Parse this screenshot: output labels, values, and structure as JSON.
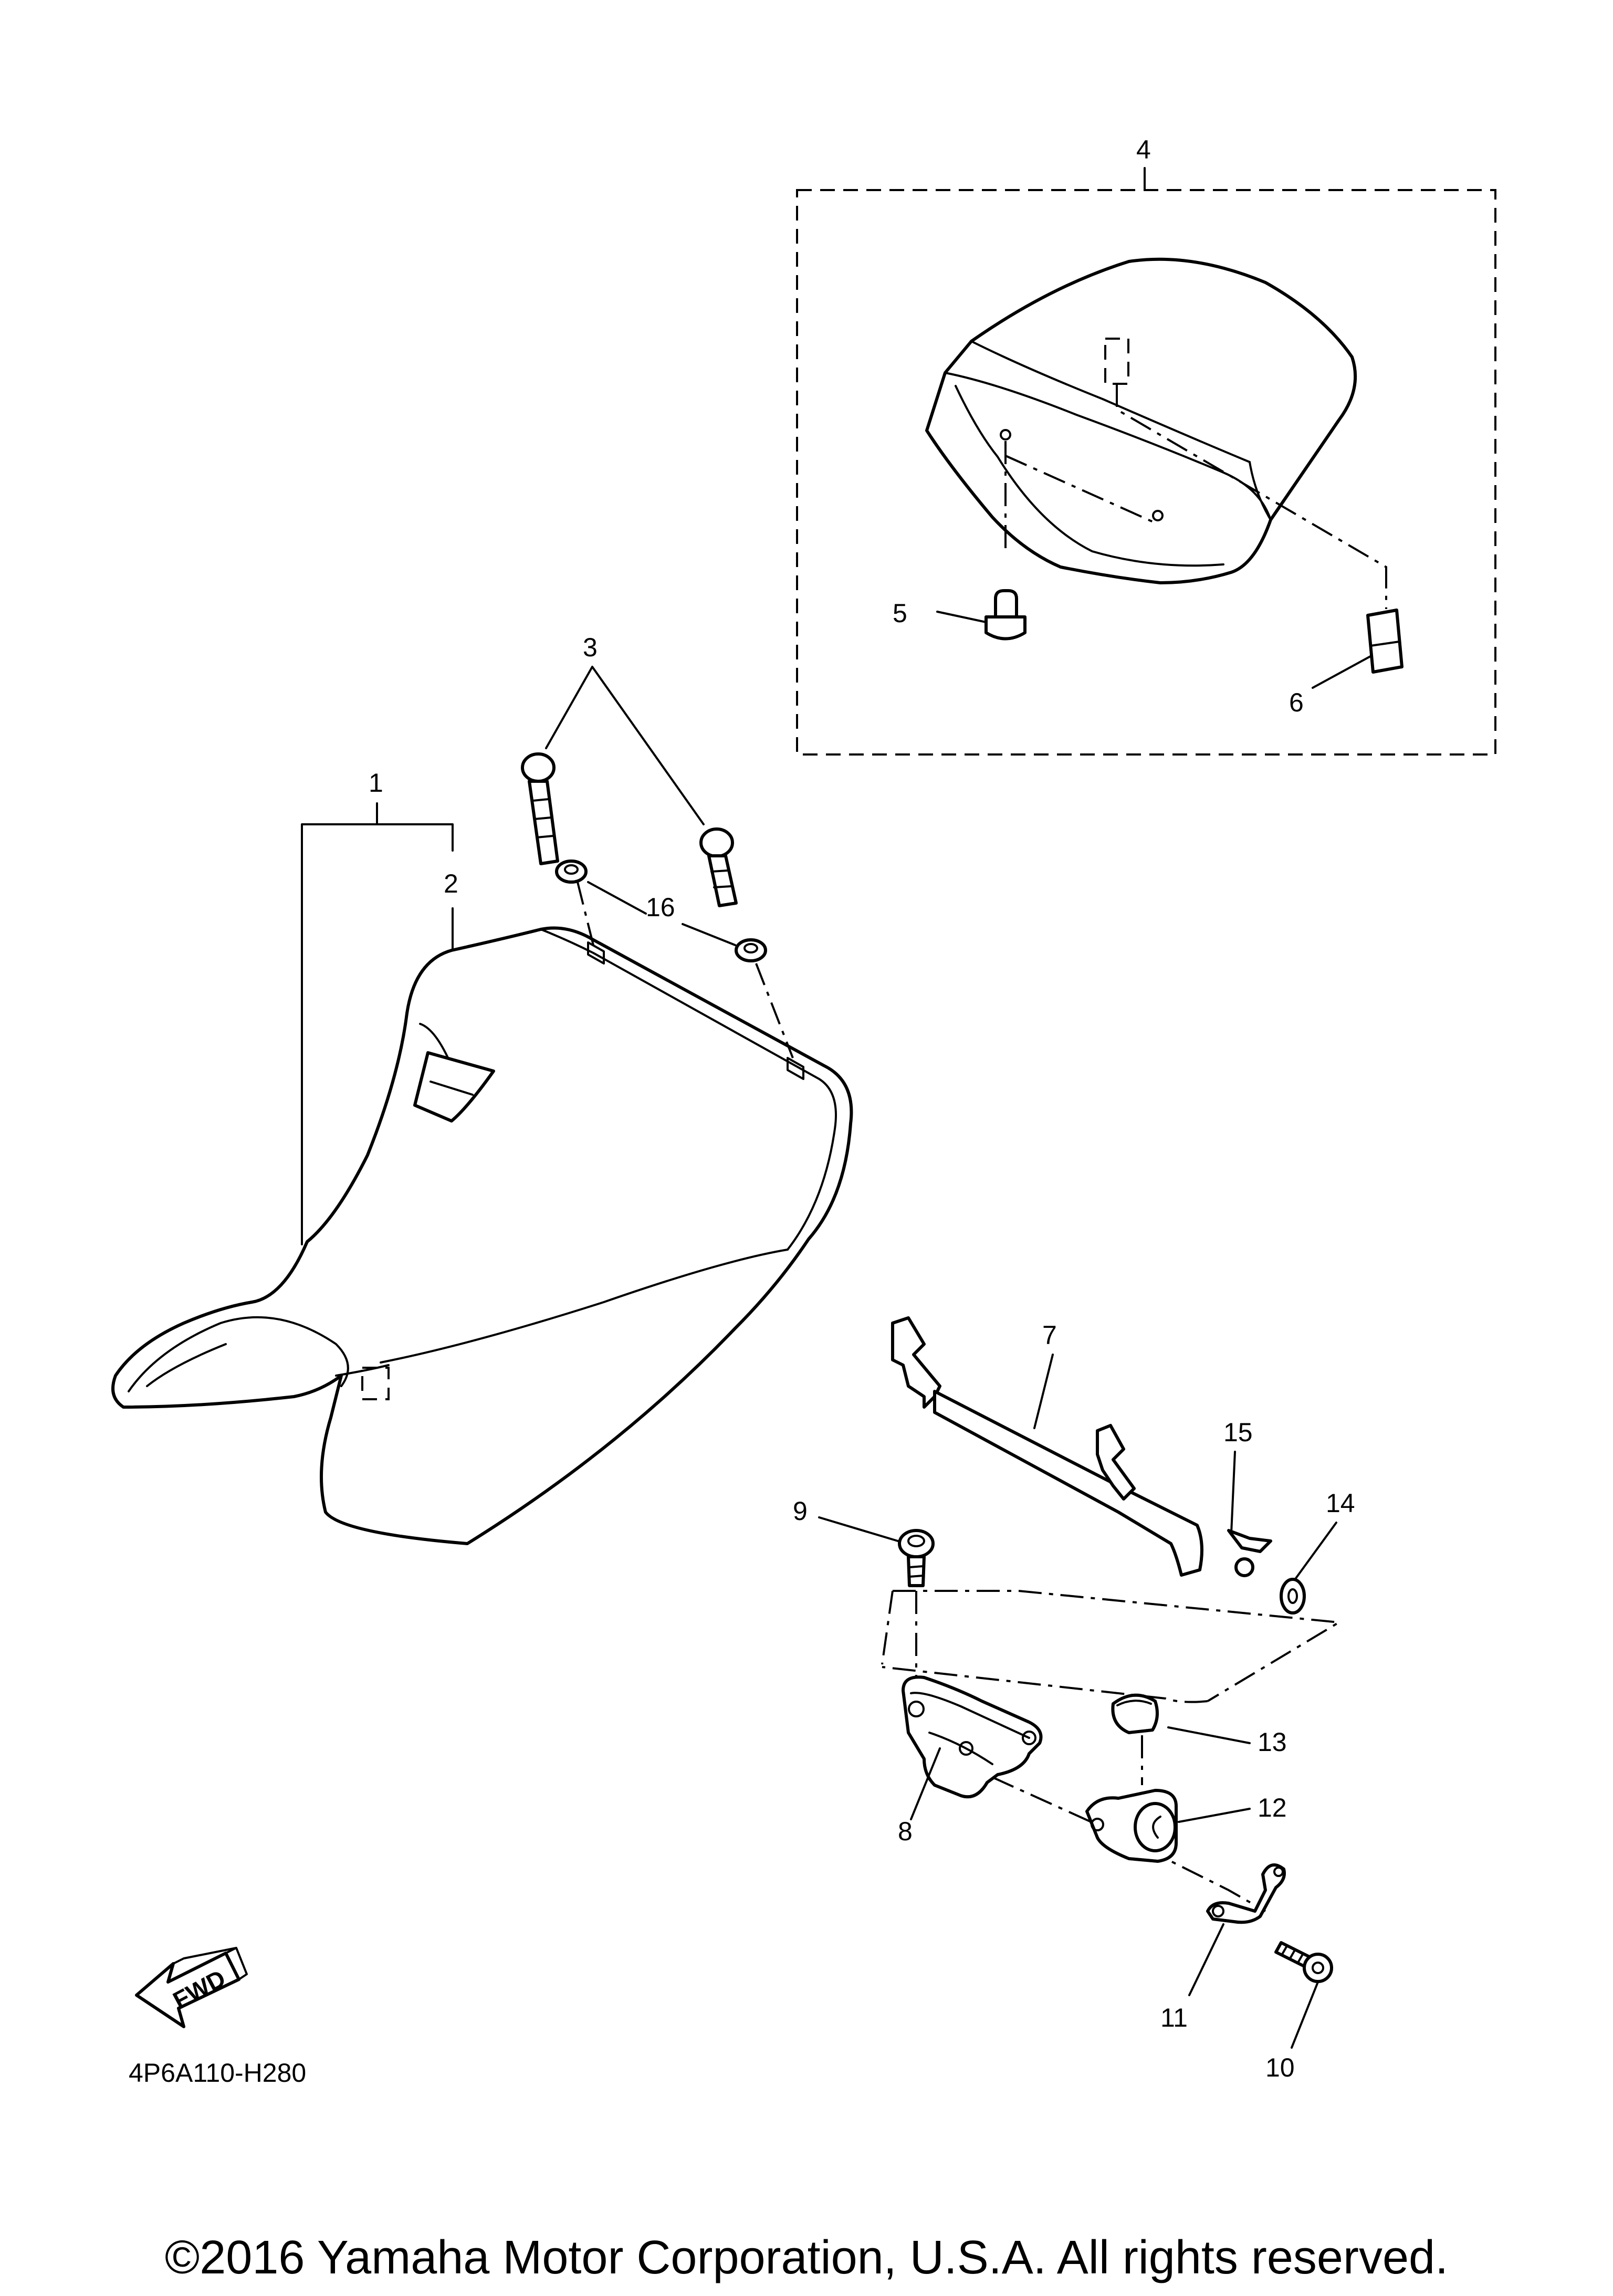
{
  "diagram": {
    "code": "4P6A110-H280",
    "copyright": "©2016 Yamaha Motor Corporation, U.S.A. All rights reserved.",
    "fwd_label": "FWD"
  },
  "callouts": [
    "1",
    "2",
    "3",
    "4",
    "5",
    "6",
    "7",
    "8",
    "9",
    "10",
    "11",
    "12",
    "13",
    "14",
    "15",
    "16"
  ]
}
